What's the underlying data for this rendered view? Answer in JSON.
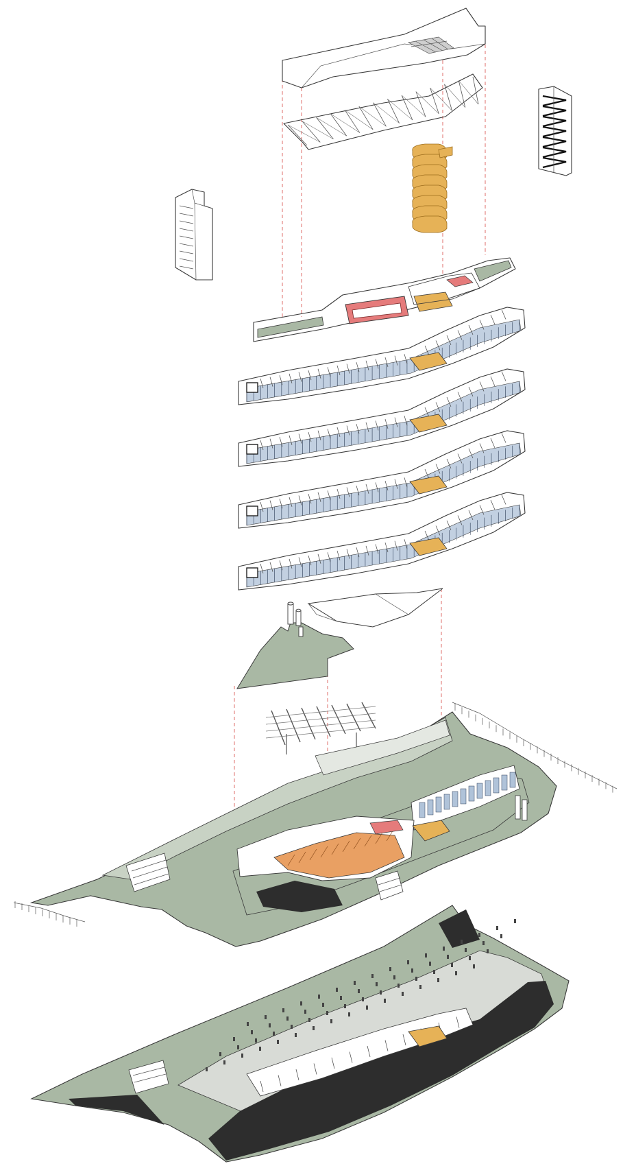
{
  "colors": {
    "landscape_green": "#a9b8a4",
    "landscape_green_light": "#c8d2c4",
    "curtain_blue": "#8fa9c9",
    "core_orange": "#e6b257",
    "stair_orange": "#e9a063",
    "auditorium_red": "#e57b7b",
    "parking_dark": "#2d2d2d",
    "guide_red": "#d9534f",
    "outline": "#3a3a3a"
  },
  "layers": [
    {
      "id": "roof-canopy"
    },
    {
      "id": "roof-truss"
    },
    {
      "id": "spiral-stair"
    },
    {
      "id": "top-floor-auditorium"
    },
    {
      "id": "office-floor-4"
    },
    {
      "id": "office-floor-3"
    },
    {
      "id": "office-floor-2"
    },
    {
      "id": "office-floor-1"
    },
    {
      "id": "green-roof-plate"
    },
    {
      "id": "atrium-structure"
    },
    {
      "id": "ground-floor-landscape"
    },
    {
      "id": "parking-basement"
    }
  ],
  "side_elements": [
    {
      "id": "stair-tower-left"
    },
    {
      "id": "stair-tower-right"
    }
  ]
}
